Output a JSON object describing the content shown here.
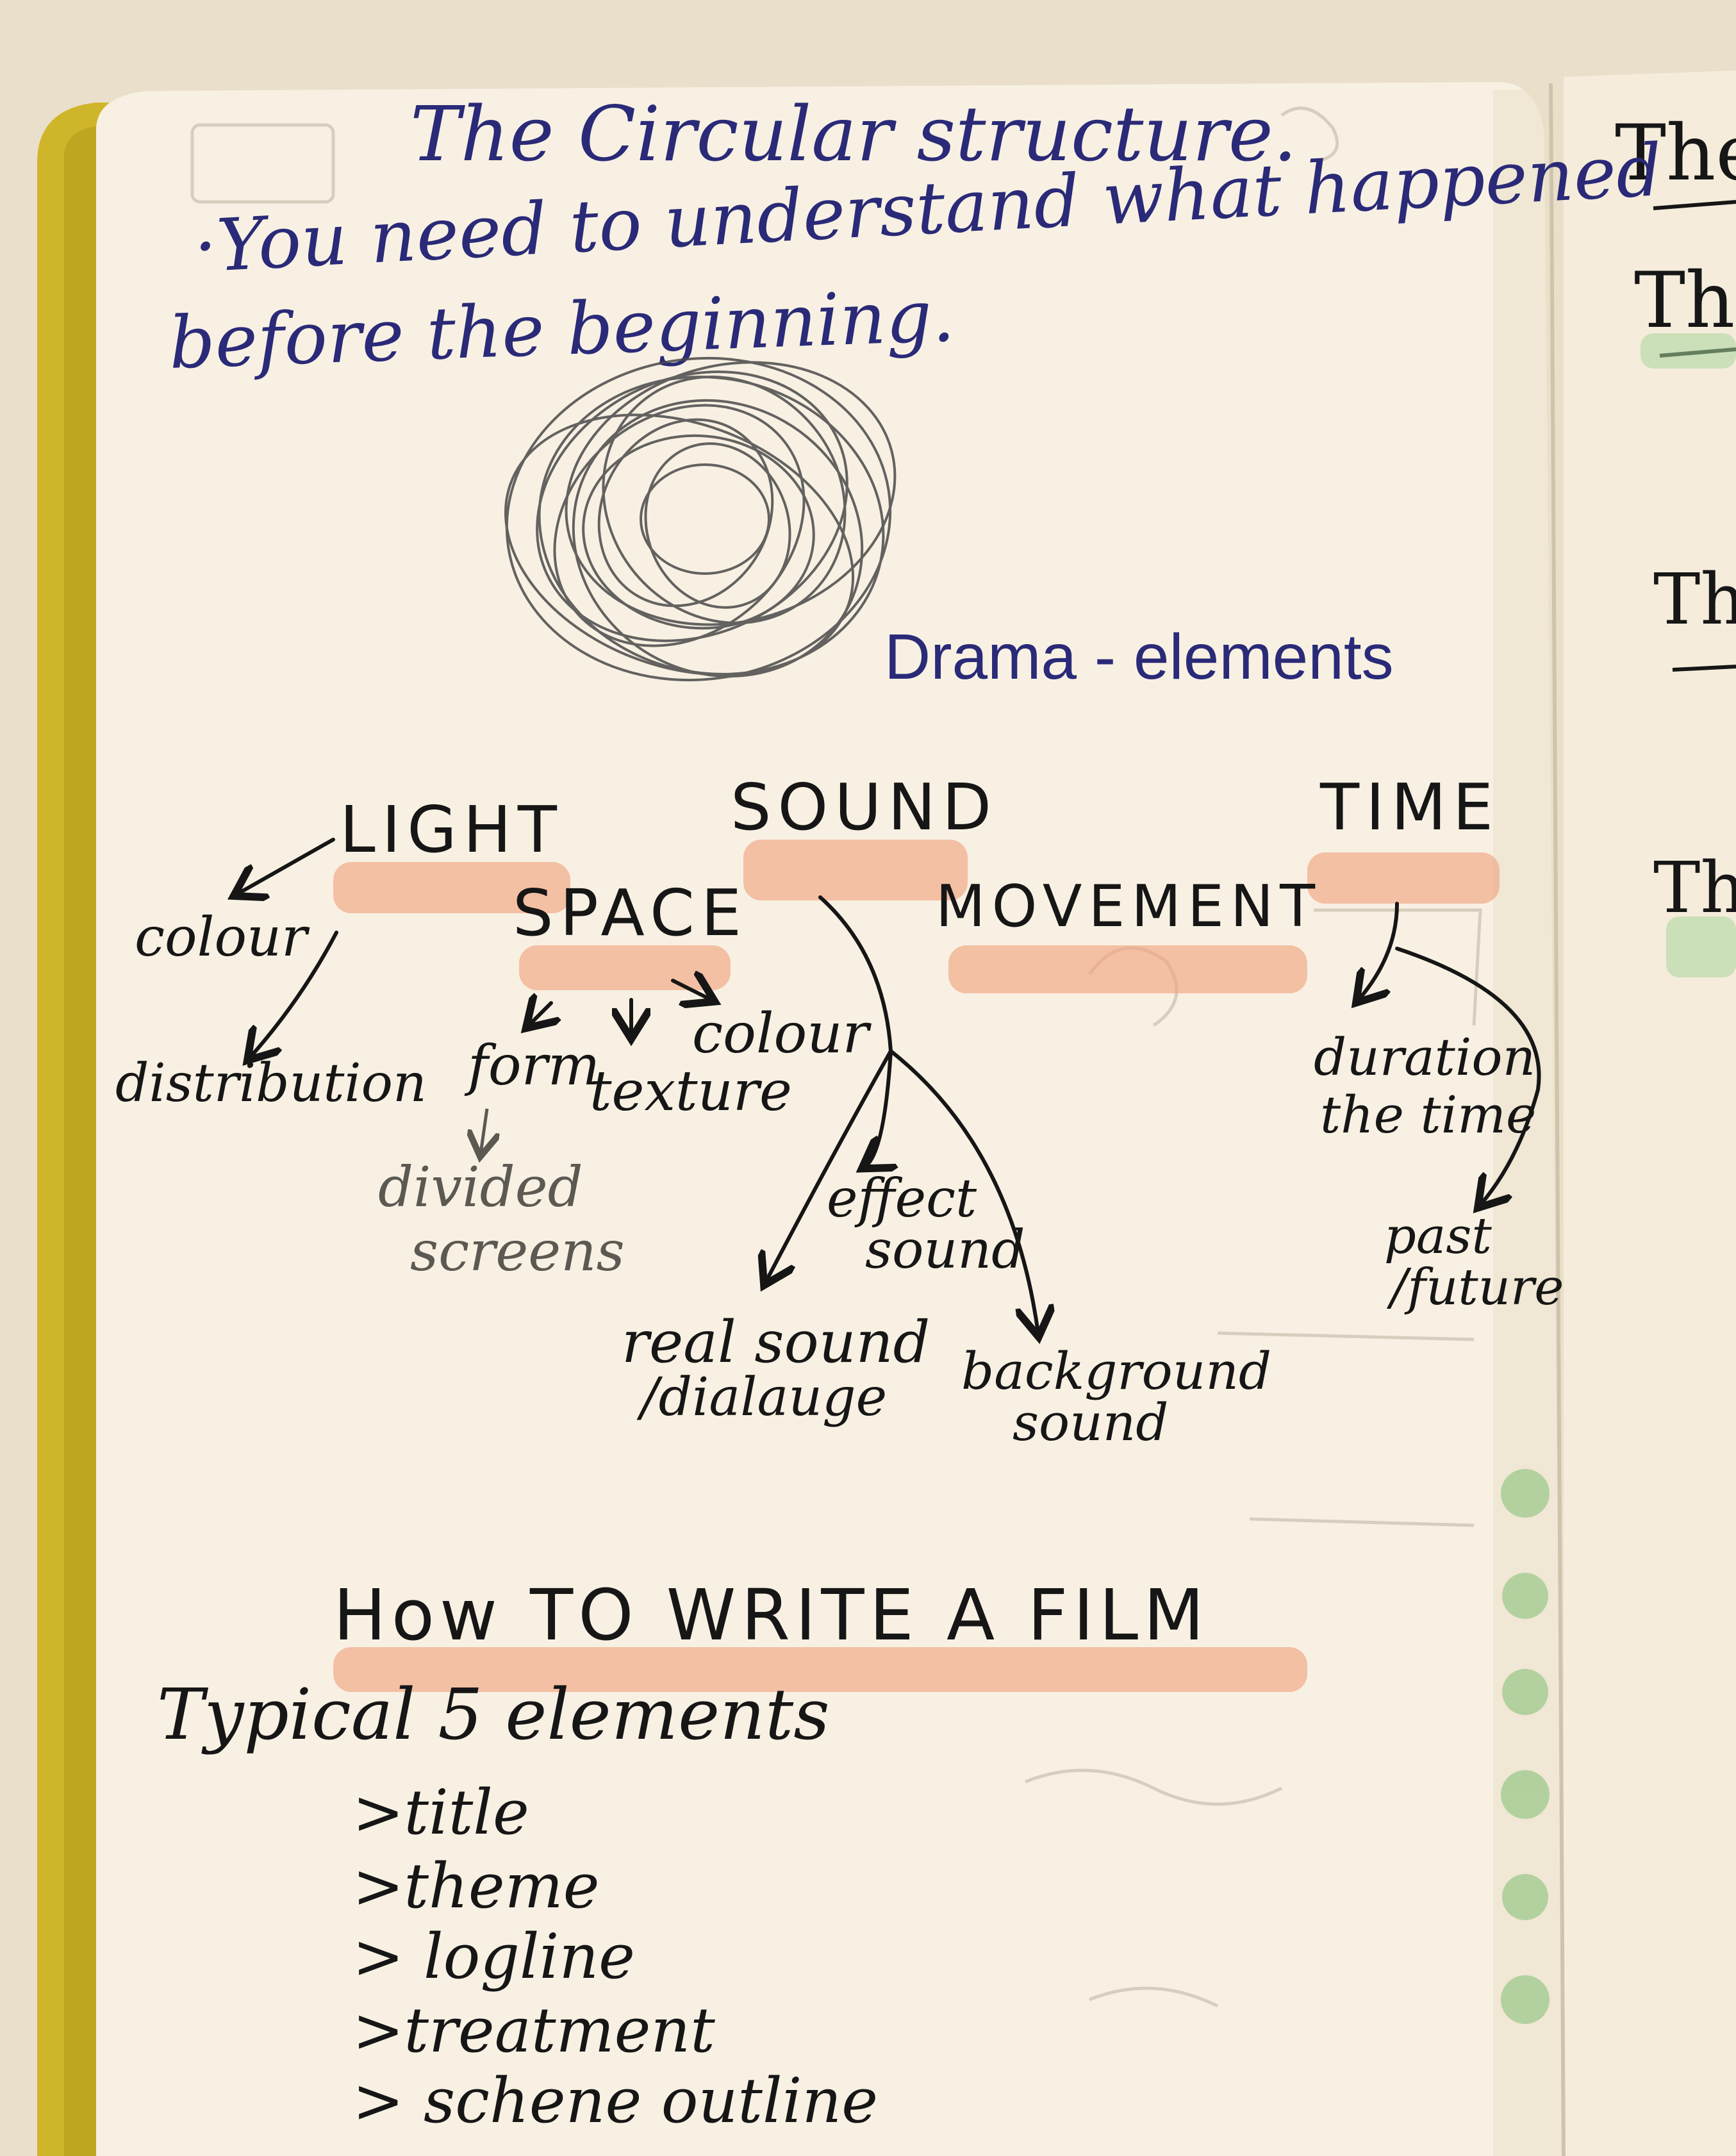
{
  "page_title": "The Circular structure.",
  "intro_lines": [
    "·You need to understand what happened",
    "before the beginning."
  ],
  "scribble_icon": "pencil-scribble",
  "drama_heading": "Drama - elements",
  "elements": {
    "light": "LIGHT",
    "sound": "SOUND",
    "time": "TIME",
    "space": "SPACE",
    "movement": "MOVEMENT"
  },
  "light_branches": [
    "colour",
    "distribution"
  ],
  "space_branches": [
    "form",
    "texture",
    "colour"
  ],
  "space_form_sub": [
    "divided",
    "screens"
  ],
  "sound_branches": {
    "effect": [
      "effect",
      "sound"
    ],
    "real": [
      "real sound",
      "/dialauge"
    ],
    "background": [
      "background",
      "sound"
    ]
  },
  "time_branches": {
    "duration": [
      "duration",
      "the time"
    ],
    "past_future": [
      "past",
      "/future"
    ]
  },
  "film_heading": "How TO WRITE A FILM",
  "typical_heading": "Typical 5 elements",
  "typical_list": [
    ">title",
    ">theme",
    "> logline",
    ">treatment",
    "> schene outline"
  ],
  "right_page_fragments": [
    "The",
    "The",
    "The",
    "The"
  ],
  "colors": {
    "paper": "#f8f1e3",
    "blue_ink": "#2a2a78",
    "black_ink": "#161616",
    "highlight": "#f1a27e",
    "spine_yellow": "#d1b92e"
  }
}
